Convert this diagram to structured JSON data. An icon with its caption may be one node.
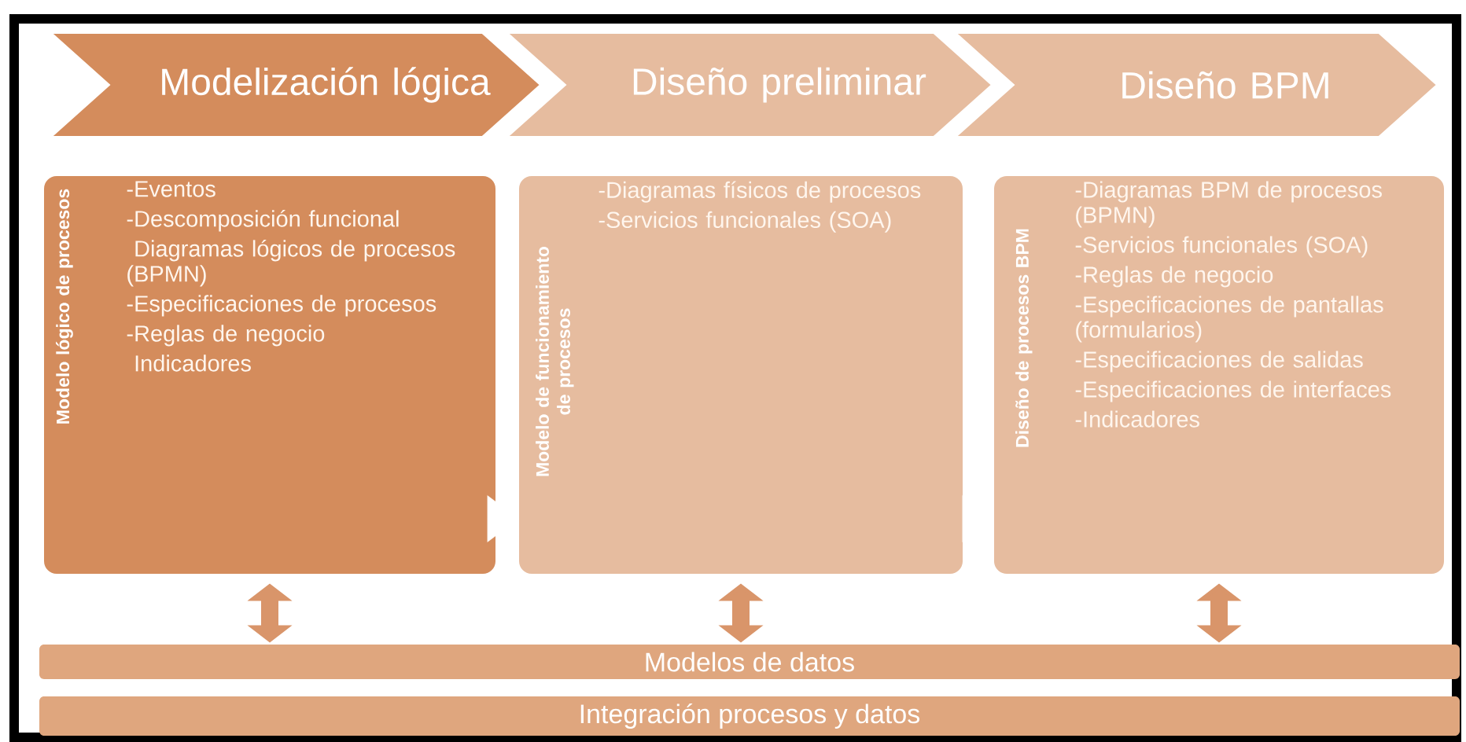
{
  "diagram": {
    "nodes": [
      {
        "text": [
          "Modelización lógica"
        ]
      },
      {
        "text": [
          "Diseño preliminar"
        ]
      },
      {
        "text": [
          "Diseño BPM"
        ]
      },
      {
        "text": [
          "Modelo lógico de procesos",
          "-Eventos",
          "-Descomposición funcional",
          " Diagramas lógicos de procesos (BPMN)",
          "-Especificaciones de procesos",
          "-Reglas de negocio",
          " Indicadores"
        ]
      },
      {
        "text": [
          "Modelo de funcionamiento de procesos",
          "-Diagramas físicos de procesos",
          "-Servicios funcionales (SOA)"
        ]
      },
      {
        "text": [
          "Diseño de procesos BPM",
          "-Diagramas BPM de procesos (BPMN)",
          "-Servicios funcionales (SOA)",
          "-Reglas de negocio",
          "-Especificaciones de pantallas (formularios)",
          "-Especificaciones de salidas",
          "-Especificaciones de interfaces",
          "-Indicadores"
        ]
      },
      {
        "text": [
          "Modelos de datos"
        ]
      },
      {
        "text": [
          "Integración procesos y datos"
        ]
      }
    ],
    "edges": [
      {
        "from": 3,
        "to": 4,
        "arrow": "to",
        "color": "#ffffff"
      },
      {
        "from": 4,
        "to": 5,
        "arrow": "to",
        "color": "#ffffff"
      },
      {
        "from": 3,
        "to": 6,
        "arrow": "both"
      },
      {
        "from": 4,
        "to": 6,
        "arrow": "both"
      },
      {
        "from": 5,
        "to": 6,
        "arrow": "both"
      }
    ]
  }
}
